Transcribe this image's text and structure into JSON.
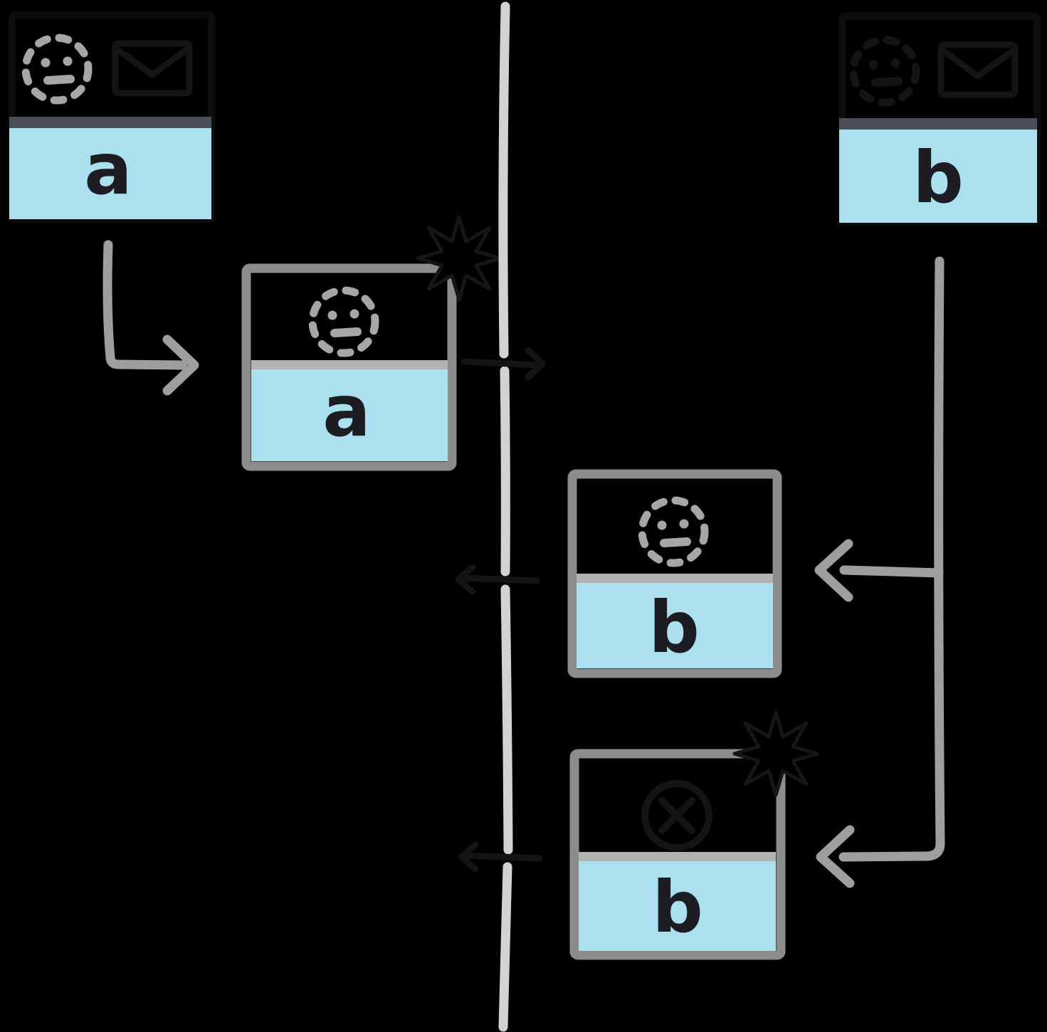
{
  "diagram": {
    "boxes": [
      {
        "id": "mailbox-a-source",
        "label": "a",
        "icons": [
          "ghost-smiley-icon",
          "mailbox-icon"
        ],
        "divider": "dark"
      },
      {
        "id": "mailbox-b-source",
        "label": "b",
        "icons": [
          "ghost-smiley-icon",
          "mailbox-icon"
        ],
        "divider": "dark"
      },
      {
        "id": "actor-a-spawned",
        "label": "a",
        "icons": [
          "ghost-smiley-icon",
          "crash-burst-icon"
        ],
        "divider": "light"
      },
      {
        "id": "actor-b-spawned",
        "label": "b",
        "icons": [
          "ghost-smiley-icon"
        ],
        "divider": "light"
      },
      {
        "id": "actor-b-crashed",
        "label": "b",
        "icons": [
          "dead-smiley-icon",
          "crash-burst-icon"
        ],
        "divider": "light"
      }
    ],
    "colors": {
      "background": "#000000",
      "mailbox_blue": "#abe0ee",
      "box_border_gray": "#8c8c8c",
      "divider_light_gray": "#b2b2b2",
      "divider_dark_slate": "#4a4e58",
      "arrow_gray": "#9e9e9e",
      "lifeline_gray": "#d2d2d2",
      "letter_ink": "#1c1c22",
      "hidden_ink": "#141414"
    }
  }
}
